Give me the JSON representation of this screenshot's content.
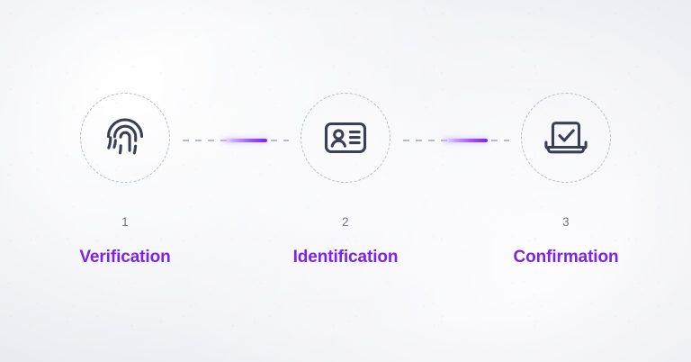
{
  "theme": {
    "accent_purple": "#7d22e8",
    "icon_stroke": "#3a3f55",
    "step_number_color": "#6f7481",
    "dashed_circle_color": "#b9bcc9",
    "background": "#f2f3f7",
    "connector_gradient_from": "#c9aaf7",
    "connector_gradient_to": "#7b23f2"
  },
  "process": {
    "steps": [
      {
        "number": "1",
        "label": "Verification",
        "icon": "fingerprint-icon"
      },
      {
        "number": "2",
        "label": "Identification",
        "icon": "id-card-icon"
      },
      {
        "number": "3",
        "label": "Confirmation",
        "icon": "laptop-check-icon"
      }
    ],
    "connectors": [
      {
        "name": "connector-step-1-to-2"
      },
      {
        "name": "connector-step-2-to-3"
      }
    ]
  }
}
